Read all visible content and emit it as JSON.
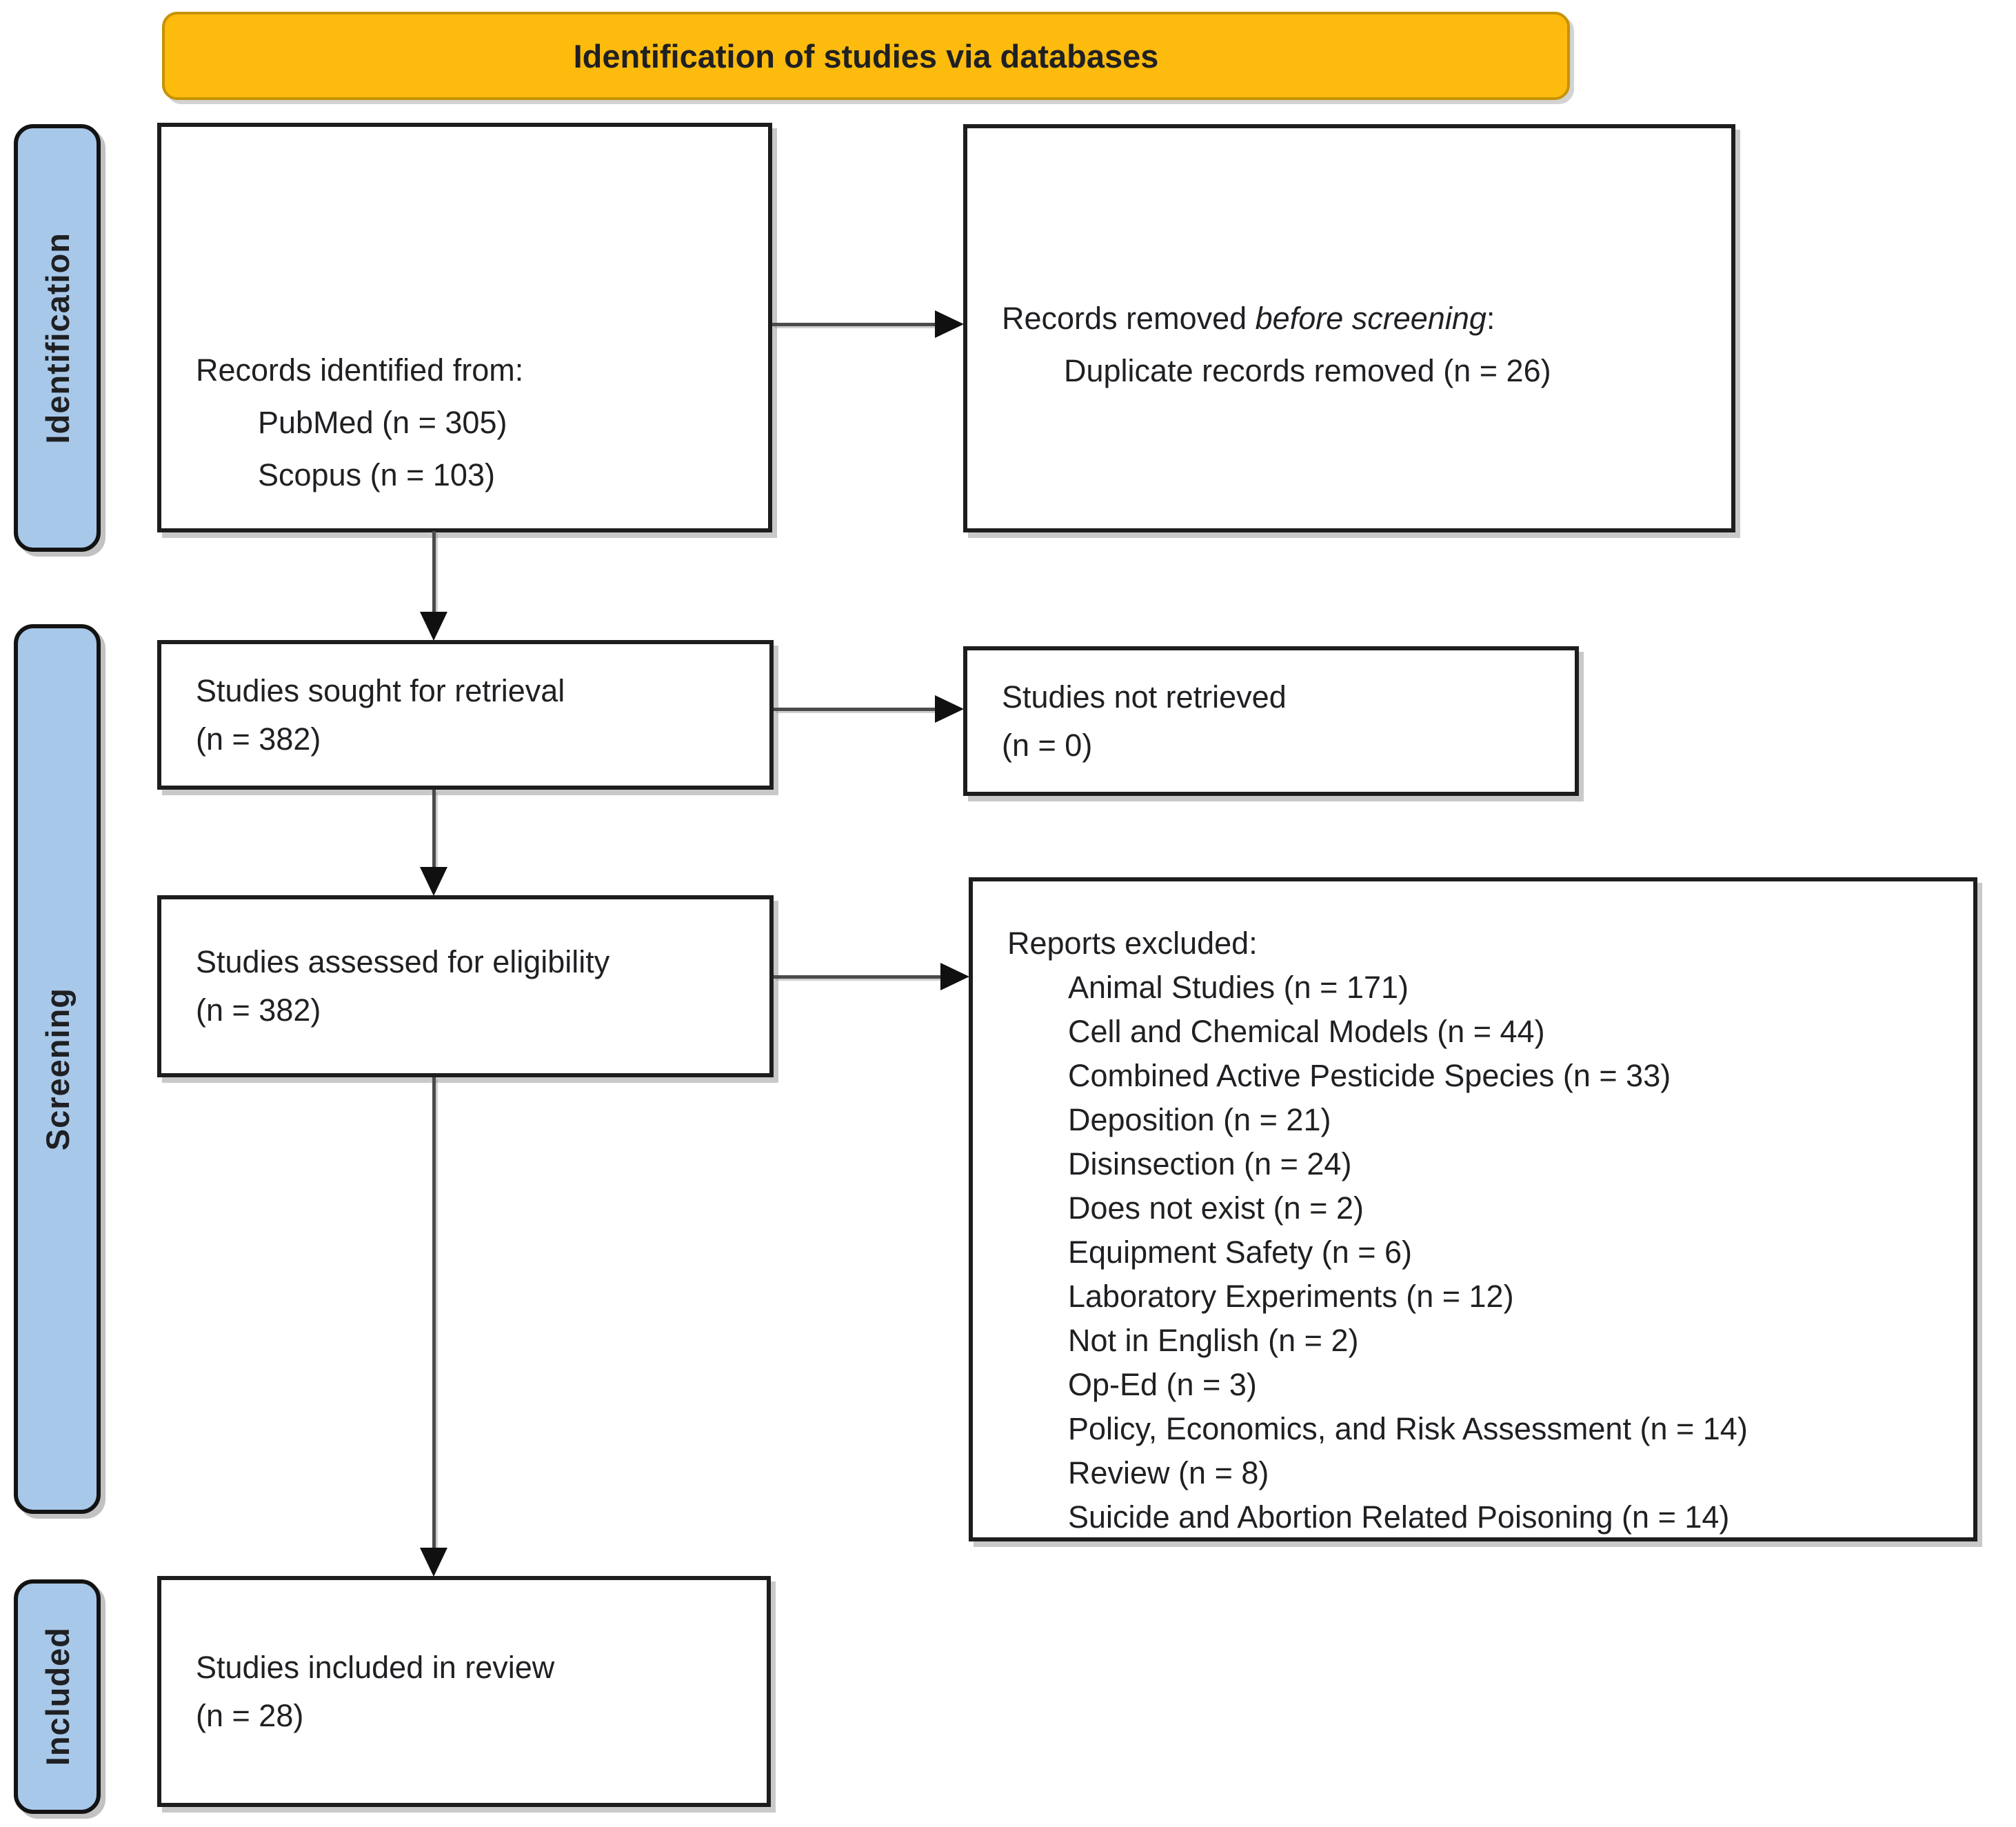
{
  "banner": {
    "title": "Identification of studies via databases"
  },
  "side_labels": {
    "identification": "Identification",
    "screening": "Screening",
    "included": "Included"
  },
  "boxes": {
    "records_identified": {
      "line1": "Records identified from:",
      "line2": "PubMed (n = 305)",
      "line3": "Scopus (n = 103)"
    },
    "records_removed": {
      "prefix": "Records removed ",
      "italic": "before screening",
      "suffix": ":",
      "line2": "Duplicate records removed (n = 26)"
    },
    "sought": {
      "line1": "Studies sought for retrieval",
      "line2": "(n = 382)"
    },
    "not_retrieved": {
      "line1": "Studies not retrieved",
      "line2": "(n = 0)"
    },
    "assessed": {
      "line1": "Studies assessed for eligibility",
      "line2": "(n = 382)"
    },
    "reports_excluded": {
      "header": "Reports excluded:",
      "items": [
        "Animal Studies (n = 171)",
        "Cell and Chemical Models (n = 44)",
        "Combined Active Pesticide Species (n = 33)",
        "Deposition (n = 21)",
        "Disinsection (n = 24)",
        "Does not exist (n = 2)",
        "Equipment Safety (n = 6)",
        "Laboratory Experiments (n = 12)",
        "Not in English (n = 2)",
        "Op-Ed (n = 3)",
        "Policy, Economics, and Risk Assessment (n = 14)",
        "Review (n = 8)",
        "Suicide and Abortion Related Poisoning (n = 14)"
      ]
    },
    "included_review": {
      "line1": "Studies included in review",
      "line2": "(n = 28)"
    }
  },
  "colors": {
    "banner-bg": "#FCBB0D",
    "banner-border": "#C79204",
    "label-bg": "#A8C8E9"
  }
}
